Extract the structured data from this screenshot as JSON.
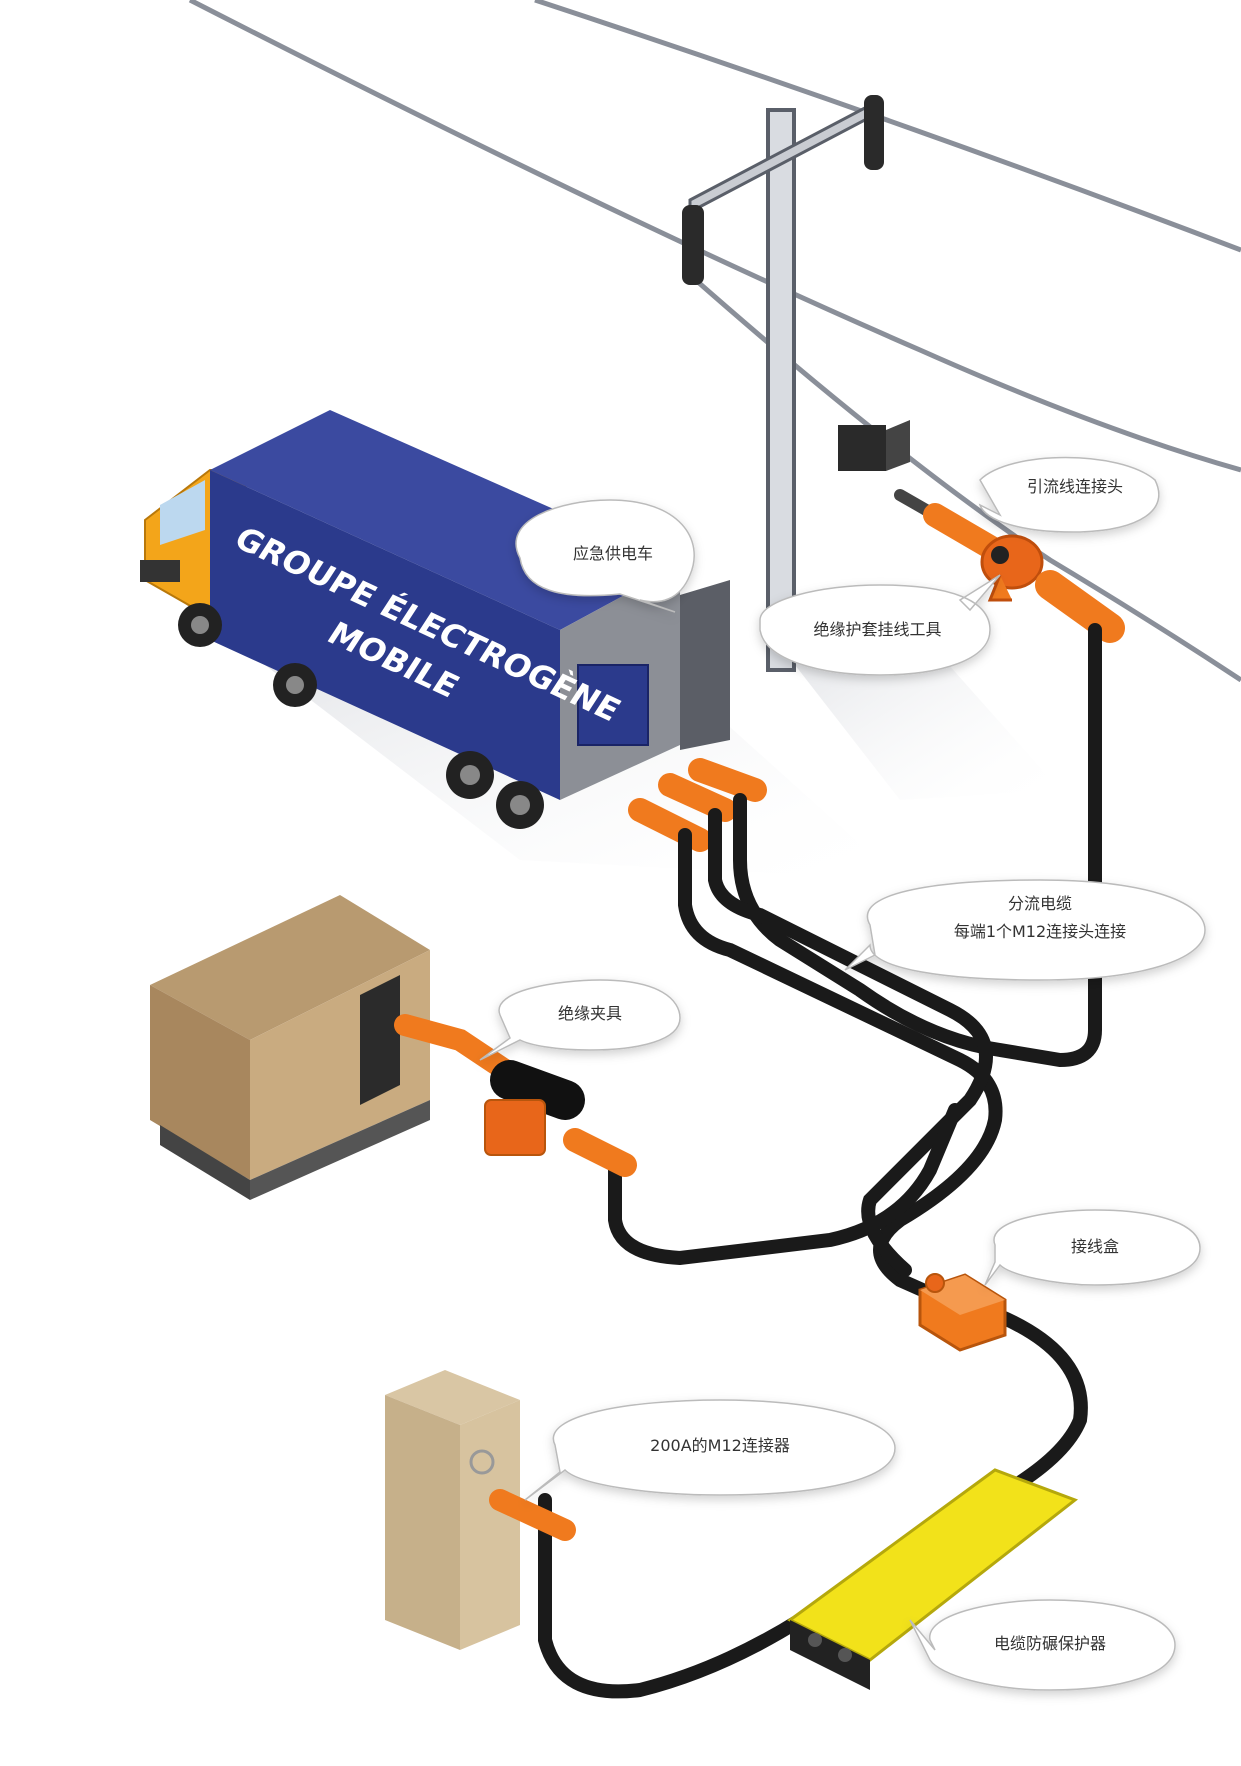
{
  "truck": {
    "line1": "GROUPE ÉLECTROGÈNE",
    "line2": "MOBILE"
  },
  "callouts": {
    "emergency_vehicle": "应急供电车",
    "bypass_connector": "引流线连接头",
    "insulated_hook_tool": "绝缘护套挂线工具",
    "shunt_cable_line1": "分流电缆",
    "shunt_cable_line2": "每端1个M12连接头连接",
    "insulated_clamp": "绝缘夹具",
    "junction_box": "接线盒",
    "m12_connector": "200A的M12连接器",
    "cable_protector": "电缆防碾保护器"
  },
  "colors": {
    "truck_box": "#2b3a8c",
    "truck_cab": "#f3a51a",
    "connector_orange": "#f07a1e",
    "cable": "#1a1a1a",
    "protector_yellow": "#f2e21a",
    "transformer_box": "#a8875e",
    "power_line": "#8a8f99",
    "bubble_fill": "#ffffff",
    "bubble_stroke": "#bbbbbb"
  }
}
